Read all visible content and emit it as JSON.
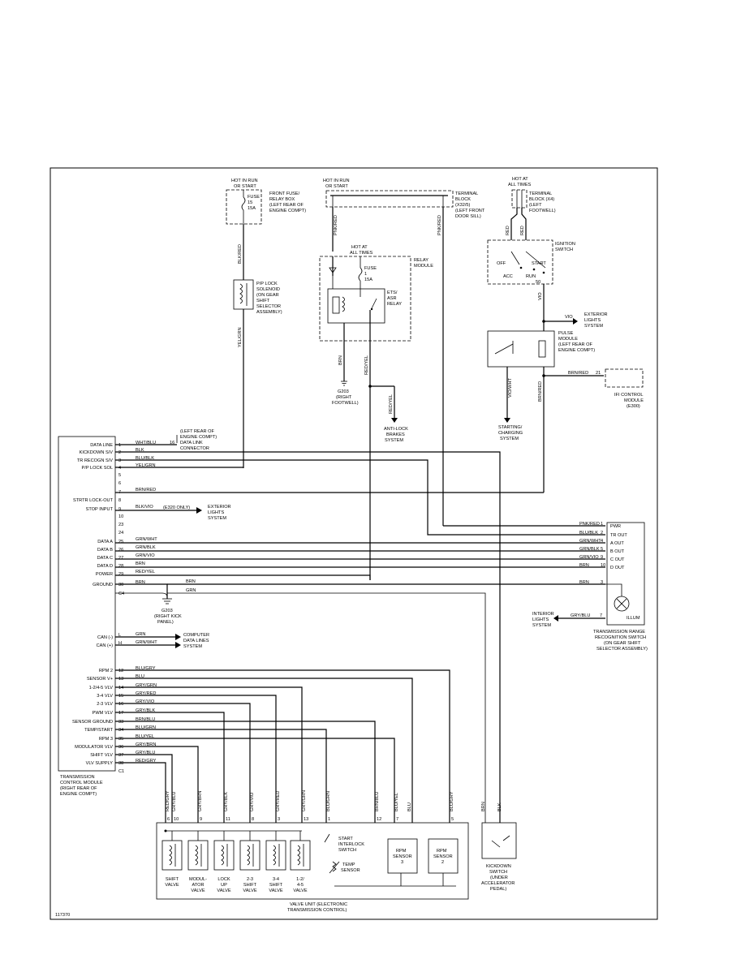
{
  "diagram": {
    "figure_id": "117370",
    "fuse_box": {
      "header": [
        "HOT IN RUN",
        "OR START"
      ],
      "fuse": [
        "FUSE",
        "15",
        "15A"
      ],
      "location": [
        "FRONT FUSE/",
        "RELAY BOX",
        "(LEFT REAR OF",
        "ENGINE COMPT)"
      ],
      "wire": "BLK/RED"
    },
    "terminal_block_a": {
      "header": [
        "HOT IN RUN",
        "OR START"
      ],
      "location": [
        "TERMINAL",
        "BLOCK",
        "(X32/5)",
        "(LEFT FRONT",
        "DOOR SILL)"
      ],
      "wire_left": "PNK/RED",
      "wire_right": "PNK/RED"
    },
    "terminal_block_b": {
      "header": [
        "HOT AT",
        "ALL TIMES"
      ],
      "location": [
        "TERMINAL",
        "BLOCK (X4)",
        "(LEFT",
        "FOOTWELL)"
      ],
      "wire_a": "RED",
      "wire_b": "RED"
    },
    "ignition_switch": {
      "label": [
        "IGNITION",
        "SWITCH"
      ],
      "positions": [
        "OFF",
        "START",
        "ACC",
        "RUN"
      ],
      "terminal": "50",
      "wire": "VIO"
    },
    "exterior_lights_top": {
      "wire": "VIO",
      "label": [
        "EXTERIOR",
        "LIGHTS",
        "SYSTEM"
      ]
    },
    "pulse_module": {
      "label": [
        "PULSE",
        "MODULE",
        "(LEFT REAR OF",
        "ENGINE COMPT)"
      ],
      "wire_out_left": "VIO/WHT",
      "wire_out_right": "BRN/RED",
      "wire_ifi": "BRN/RED",
      "pin_ifi": "21"
    },
    "ifi_module": {
      "label": [
        "IFI CONTROL",
        "MODULE",
        "(E300)"
      ]
    },
    "starting_system": {
      "label": [
        "STARTING/",
        "CHARGING",
        "SYSTEM"
      ]
    },
    "relay_module": {
      "label": [
        "RELAY",
        "MODULE"
      ],
      "hot": [
        "HOT AT",
        "ALL TIMES"
      ],
      "fuse": [
        "FUSE",
        "1",
        "15A"
      ],
      "relay": [
        "ETS/",
        "ASR",
        "RELAY"
      ],
      "wire_in": "PNK/RED",
      "wire_brn": "BRN",
      "wire_red_yel": "RED/YEL"
    },
    "ground_g203_a": {
      "label": [
        "G203",
        "(RIGHT",
        "FOOTWELL)"
      ]
    },
    "antilock": {
      "wire": "RED/YEL",
      "label": [
        "ANTI-LOCK",
        "BRAKES",
        "SYSTEM"
      ]
    },
    "pp_solenoid": {
      "label": [
        "P/P LOCK",
        "SOLENOID",
        "(ON GEAR",
        "SHIFT",
        "SELECTOR",
        "ASSEMBLY)"
      ],
      "wire": "YEL/GRN"
    },
    "data_link": {
      "label": [
        "(LEFT REAR OF",
        "ENGINE COMPT)",
        "DATA LINK",
        "CONNECTOR"
      ],
      "pin": "16"
    },
    "e320_note": "(E320 ONLY)",
    "exterior_lights_mid": {
      "label": [
        "EXTERIOR",
        "LIGHTS",
        "SYSTEM"
      ]
    },
    "computer_data": {
      "label": [
        "COMPUTER",
        "DATA LINES",
        "SYSTEM"
      ]
    },
    "ground_g203_b": {
      "label": [
        "G203",
        "(RIGHT KICK",
        "PANEL)"
      ]
    },
    "tcm": {
      "label": [
        "TRANSMISSION",
        "CONTROL MODULE",
        "(RIGHT REAR OF",
        "ENGINE COMPT)"
      ],
      "rows": [
        {
          "name": "DATA LINE",
          "pin": "1",
          "wire": "WHT/BLU"
        },
        {
          "name": "KICKDOWN S/V",
          "pin": "2",
          "wire": "BLK"
        },
        {
          "name": "TR RECOGN S/V",
          "pin": "3",
          "wire": "BLU/BLK"
        },
        {
          "name": "P/P LOCK SOL",
          "pin": "4",
          "wire": "YEL/GRN"
        },
        {
          "name": "",
          "pin": "5",
          "wire": ""
        },
        {
          "name": "",
          "pin": "6",
          "wire": ""
        },
        {
          "name": "",
          "pin": "7",
          "wire": "BRN/RED"
        },
        {
          "name": "STRTR LOCK-OUT",
          "pin": "8",
          "wire": ""
        },
        {
          "name": "STOP INPUT",
          "pin": "9",
          "wire": "BLK/VIO"
        },
        {
          "name": "",
          "pin": "10",
          "wire": ""
        },
        {
          "name": "",
          "pin": "23",
          "wire": ""
        },
        {
          "name": "",
          "pin": "24",
          "wire": ""
        },
        {
          "name": "DATA A",
          "pin": "25",
          "wire": "GRN/WHT"
        },
        {
          "name": "DATA B",
          "pin": "26",
          "wire": "GRN/BLK"
        },
        {
          "name": "DATA C",
          "pin": "27",
          "wire": "GRN/VIO"
        },
        {
          "name": "DATA D",
          "pin": "28",
          "wire": "BRN"
        },
        {
          "name": "POWER",
          "pin": "29",
          "wire": "RED/YEL"
        },
        {
          "name": "GROUND",
          "pin": "30",
          "wire": "BRN"
        },
        {
          "name": "",
          "pin": "C4",
          "wire": ""
        }
      ],
      "can_rows": [
        {
          "name": "CAN (-)",
          "pin": "L",
          "wire": "GRN"
        },
        {
          "name": "CAN (+)",
          "pin": "H",
          "wire": "GRN/WHT"
        }
      ],
      "lower_rows": [
        {
          "name": "RPM 2",
          "pin": "12",
          "wire": "BLU/GRY"
        },
        {
          "name": "SENSOR V+",
          "pin": "13",
          "wire": "BLU"
        },
        {
          "name": "1-2/4-5 VLV",
          "pin": "14",
          "wire": "GRY/GRN"
        },
        {
          "name": "3-4 VLV",
          "pin": "15",
          "wire": "GRY/RED"
        },
        {
          "name": "2-3 VLV",
          "pin": "16",
          "wire": "GRY/VIO"
        },
        {
          "name": "PWM VLV",
          "pin": "17",
          "wire": "GRY/BLK"
        },
        {
          "name": "SENSOR GROUND",
          "pin": "33",
          "wire": "BRN/BLU"
        },
        {
          "name": "TEMP/START",
          "pin": "34",
          "wire": "BLU/GRN"
        },
        {
          "name": "RPM 3",
          "pin": "35",
          "wire": "BLU/YEL"
        },
        {
          "name": "MODULATOR VLV",
          "pin": "36",
          "wire": "GRY/BRN"
        },
        {
          "name": "SHIFT VLV",
          "pin": "37",
          "wire": "GRY/BLU"
        },
        {
          "name": "VLV SUPPLY",
          "pin": "38",
          "wire": "RED/GRY"
        },
        {
          "name": "",
          "pin": "C1",
          "wire": ""
        }
      ]
    },
    "trs": {
      "label": [
        "TRANSMISSION RANGE",
        "RECOGNITION SWITCH",
        "(ON GEAR SHIFT",
        "SELECTOR ASSEMBLY)"
      ],
      "rows": [
        {
          "wire": "PNK/RED",
          "pin": "1",
          "name": "PWR"
        },
        {
          "wire": "BLU/BLK",
          "pin": "2",
          "name": "TR OUT"
        },
        {
          "wire": "GRN/WHT",
          "pin": "4",
          "name": "A OUT"
        },
        {
          "wire": "GRN/BLK",
          "pin": "5",
          "name": "B OUT"
        },
        {
          "wire": "GRN/VIO",
          "pin": "9",
          "name": "C OUT"
        },
        {
          "wire": "BRN",
          "pin": "10",
          "name": "D OUT"
        },
        {
          "wire": "BRN",
          "pin": "3",
          "name": ""
        }
      ],
      "ground_wire": "GRN",
      "illum": {
        "wire": "GRY/BLU",
        "pin": "7",
        "name": "ILLUM"
      }
    },
    "interior_lights": {
      "label": [
        "INTERIOR",
        "LIGHTS",
        "SYSTEM"
      ]
    },
    "valve_unit": {
      "label": [
        "VALVE UNIT (ELECTRONIC",
        "TRANSMISSION CONTROL)"
      ],
      "wires": [
        "RED/GRY",
        "GRY/BLU",
        "GRY/BRN",
        "GRY/BLK",
        "GRY/VIO",
        "GRY/RED",
        "GRY/GRN",
        "BLU/GRN",
        "BRN/BLU",
        "BLU/YEL",
        "BLU",
        "BLU/GRY"
      ],
      "pins": [
        "6",
        "10",
        "9",
        "11",
        "8",
        "3",
        "13",
        "1",
        "12",
        "7",
        "5"
      ],
      "components": [
        [
          "SHIFT",
          "VALVE"
        ],
        [
          "MODUL-",
          "ATOR",
          "VALVE"
        ],
        [
          "LOCK",
          "UP",
          "VALVE"
        ],
        [
          "2-3",
          "SHIFT",
          "VALVE"
        ],
        [
          "3-4",
          "SHIFT",
          "VALVE"
        ],
        [
          "1-2/",
          "4-5",
          "VALVE"
        ]
      ],
      "start_interlock": [
        "START",
        "INTERLOCK",
        "SWITCH"
      ],
      "temp_sensor": [
        "TEMP",
        "SENSOR"
      ],
      "rpm3": [
        "RPM",
        "SENSOR",
        "3"
      ],
      "rpm2": [
        "RPM",
        "SENSOR",
        "2"
      ]
    },
    "kickdown": {
      "wires": [
        "BRN",
        "BLK"
      ],
      "label": [
        "KICKDOWN",
        "SWITCH",
        "(UNDER",
        "ACCELERATOR",
        "PEDAL)"
      ]
    }
  }
}
